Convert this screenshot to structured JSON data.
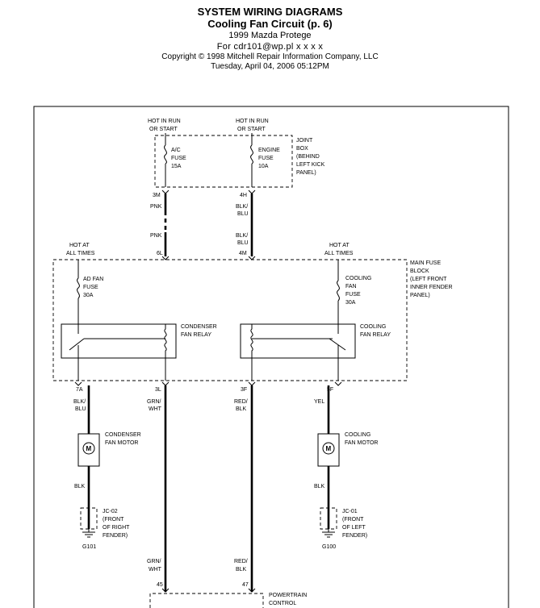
{
  "header": {
    "title": "SYSTEM WIRING DIAGRAMS",
    "subtitle": "Cooling Fan Circuit (p. 6)",
    "vehicle": "1999 Mazda Protege",
    "for_user": "For cdr101@wp.pl x x x x",
    "copyright": "Copyright © 1998 Mitchell Repair Information Company, LLC",
    "date": "Tuesday, April 04, 2006  05:12PM"
  },
  "diagram": {
    "joint_box": {
      "hot_left": [
        "HOT IN RUN",
        "OR START"
      ],
      "hot_right": [
        "HOT IN RUN",
        "OR START"
      ],
      "fuse_left": [
        "A/C",
        "FUSE",
        "15A"
      ],
      "fuse_right": [
        "ENGINE",
        "FUSE",
        "10A"
      ],
      "label": [
        "JOINT",
        "BOX",
        "(BEHIND",
        "LEFT KICK",
        "PANEL)"
      ],
      "pin_left": "3M",
      "pin_right": "4H"
    },
    "wires_upper": {
      "left_color_top": "PNK",
      "left_color_bottom": "PNK",
      "right_color_top": [
        "BLK/",
        "BLU"
      ],
      "right_color_bottom": [
        "BLK/",
        "BLU"
      ]
    },
    "main_fuse_block": {
      "hot_left": [
        "HOT AT",
        "ALL TIMES"
      ],
      "hot_right": [
        "HOT AT",
        "ALL TIMES"
      ],
      "pin_left_in": "6L",
      "pin_right_in": "4M",
      "fuse_left": [
        "AD FAN",
        "FUSE",
        "30A"
      ],
      "fuse_right": [
        "COOLING",
        "FAN",
        "FUSE",
        "30A"
      ],
      "label": [
        "MAIN FUSE",
        "BLOCK",
        "(LEFT FRONT",
        "INNER FENDER",
        "PANEL)"
      ],
      "relay_left": [
        "CONDENSER",
        "FAN RELAY"
      ],
      "relay_right": [
        "COOLING",
        "FAN RELAY"
      ],
      "pins_out": [
        "7A",
        "3L",
        "3F",
        "5F"
      ]
    },
    "wires_lower": {
      "w1": [
        "BLK/",
        "BLU"
      ],
      "w2": [
        "GRN/",
        "WHT"
      ],
      "w3": [
        "RED/",
        "BLK"
      ],
      "w4": "YEL"
    },
    "motors": {
      "left": [
        "CONDENSER",
        "FAN MOTOR"
      ],
      "right": [
        "COOLING",
        "FAN MOTOR"
      ],
      "symbol": "M"
    },
    "grounds": {
      "left_wire": "BLK",
      "right_wire": "BLK",
      "left_jc": [
        "JC-02",
        "(FRONT",
        "OF RIGHT",
        "FENDER)"
      ],
      "right_jc": [
        "JC-01",
        "(FRONT",
        "OF LEFT",
        "FENDER)"
      ],
      "left_ground": "G101",
      "right_ground": "G100"
    },
    "pcm": {
      "w_left": [
        "GRN/",
        "WHT"
      ],
      "w_right": [
        "RED/",
        "BLK"
      ],
      "pin_left": "45",
      "pin_right": "47",
      "label": [
        "POWERTRAIN",
        "CONTROL"
      ]
    }
  }
}
